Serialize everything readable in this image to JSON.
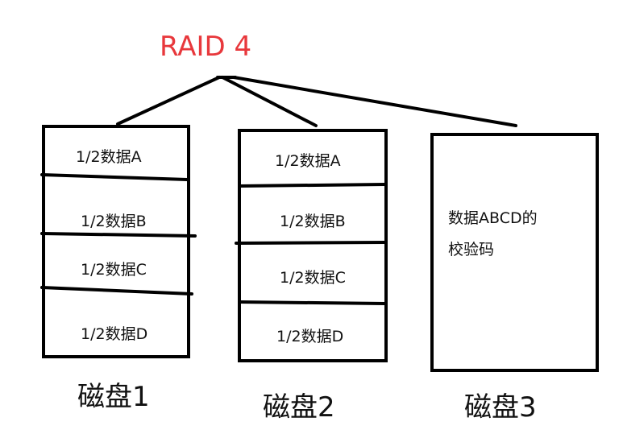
{
  "title": "RAID 4",
  "colors": {
    "title": "#e8383c",
    "stroke": "#000000"
  },
  "disks": [
    {
      "label": "磁盘1",
      "blocks": [
        "1/2数据A",
        "1/2数据B",
        "1/2数据C",
        "1/2数据D"
      ]
    },
    {
      "label": "磁盘2",
      "blocks": [
        "1/2数据A",
        "1/2数据B",
        "1/2数据C",
        "1/2数据D"
      ]
    },
    {
      "label": "磁盘3",
      "parity_lines": [
        "数据ABCD的",
        "校验码"
      ]
    }
  ]
}
